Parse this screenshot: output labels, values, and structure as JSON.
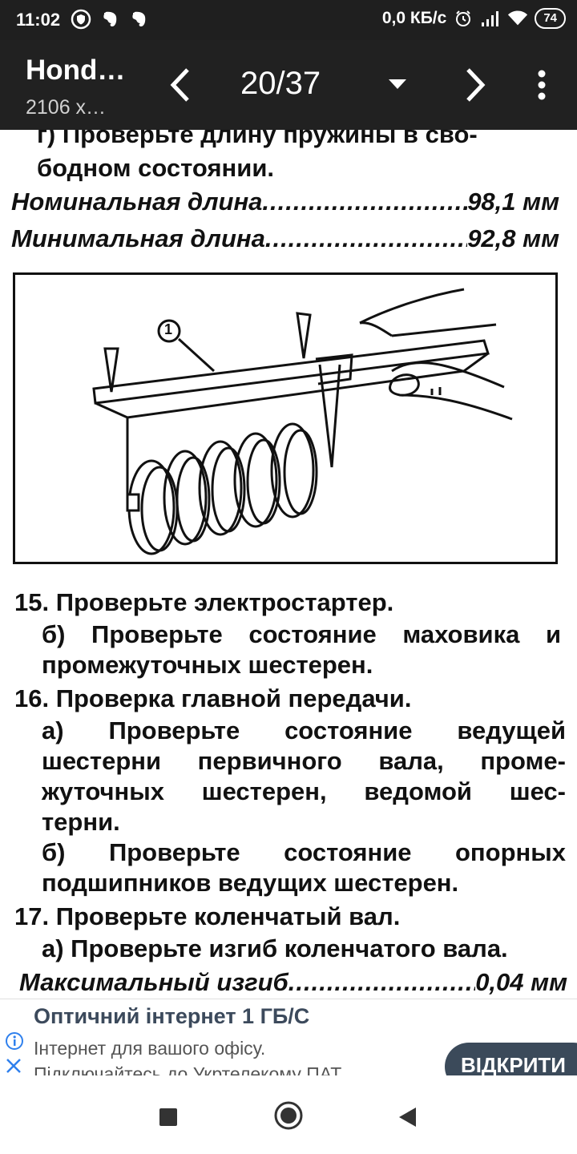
{
  "status_bar": {
    "time": "11:02",
    "network_speed": "0,0 КБ/с",
    "battery": "74"
  },
  "toolbar": {
    "title": "Hond…",
    "subtitle": "2106 х…",
    "page_indicator": "20/37"
  },
  "document": {
    "lines": [
      "г) Проверьте длину пружины в сво-",
      "бодном состоянии."
    ],
    "nominal_length": {
      "label": "Номинальная длина",
      "value": "98,1 мм"
    },
    "minimal_length": {
      "label": "Минимальная длина",
      "value": "92,8 мм"
    },
    "figure_callout": "1",
    "item15": {
      "heading": "15. Проверьте электростартер.",
      "b_line1_words": [
        "б)",
        "Проверьте",
        "состояние",
        "маховика",
        "и"
      ],
      "b_line2": "промежуточных шестерен."
    },
    "item16": {
      "heading": "16. Проверка главной передачи.",
      "a_line1_words": [
        "а)",
        "Проверьте",
        "состояние",
        "ведущей"
      ],
      "a_line2_words": [
        "шестерни",
        "первичного",
        "вала,",
        "проме-"
      ],
      "a_line3_words": [
        "жуточных",
        "шестерен,",
        "ведомой",
        "шес-"
      ],
      "a_line4": "терни.",
      "b_line1_words": [
        "б)",
        "Проверьте",
        "состояние",
        "опорных"
      ],
      "b_line2": "подшипников ведущих шестерен."
    },
    "item17": {
      "heading": "17. Проверьте коленчатый вал.",
      "a_line1": "а) Проверьте изгиб коленчатого вала.",
      "max_bend": {
        "label": "Максимальный изгиб",
        "value": "0,04 мм"
      }
    }
  },
  "ad": {
    "title": "Оптичний інтернет 1 ГБ/С",
    "desc1": "Інтернет для вашого офісу.",
    "desc2": "Підключайтесь до Укртелекому ПАТ",
    "button": "ВІДКРИТИ"
  },
  "colors": {
    "toolbar_bg": "#212121",
    "ad_button_bg": "#3b4a5a",
    "ad_icon": "#2f80ed"
  }
}
